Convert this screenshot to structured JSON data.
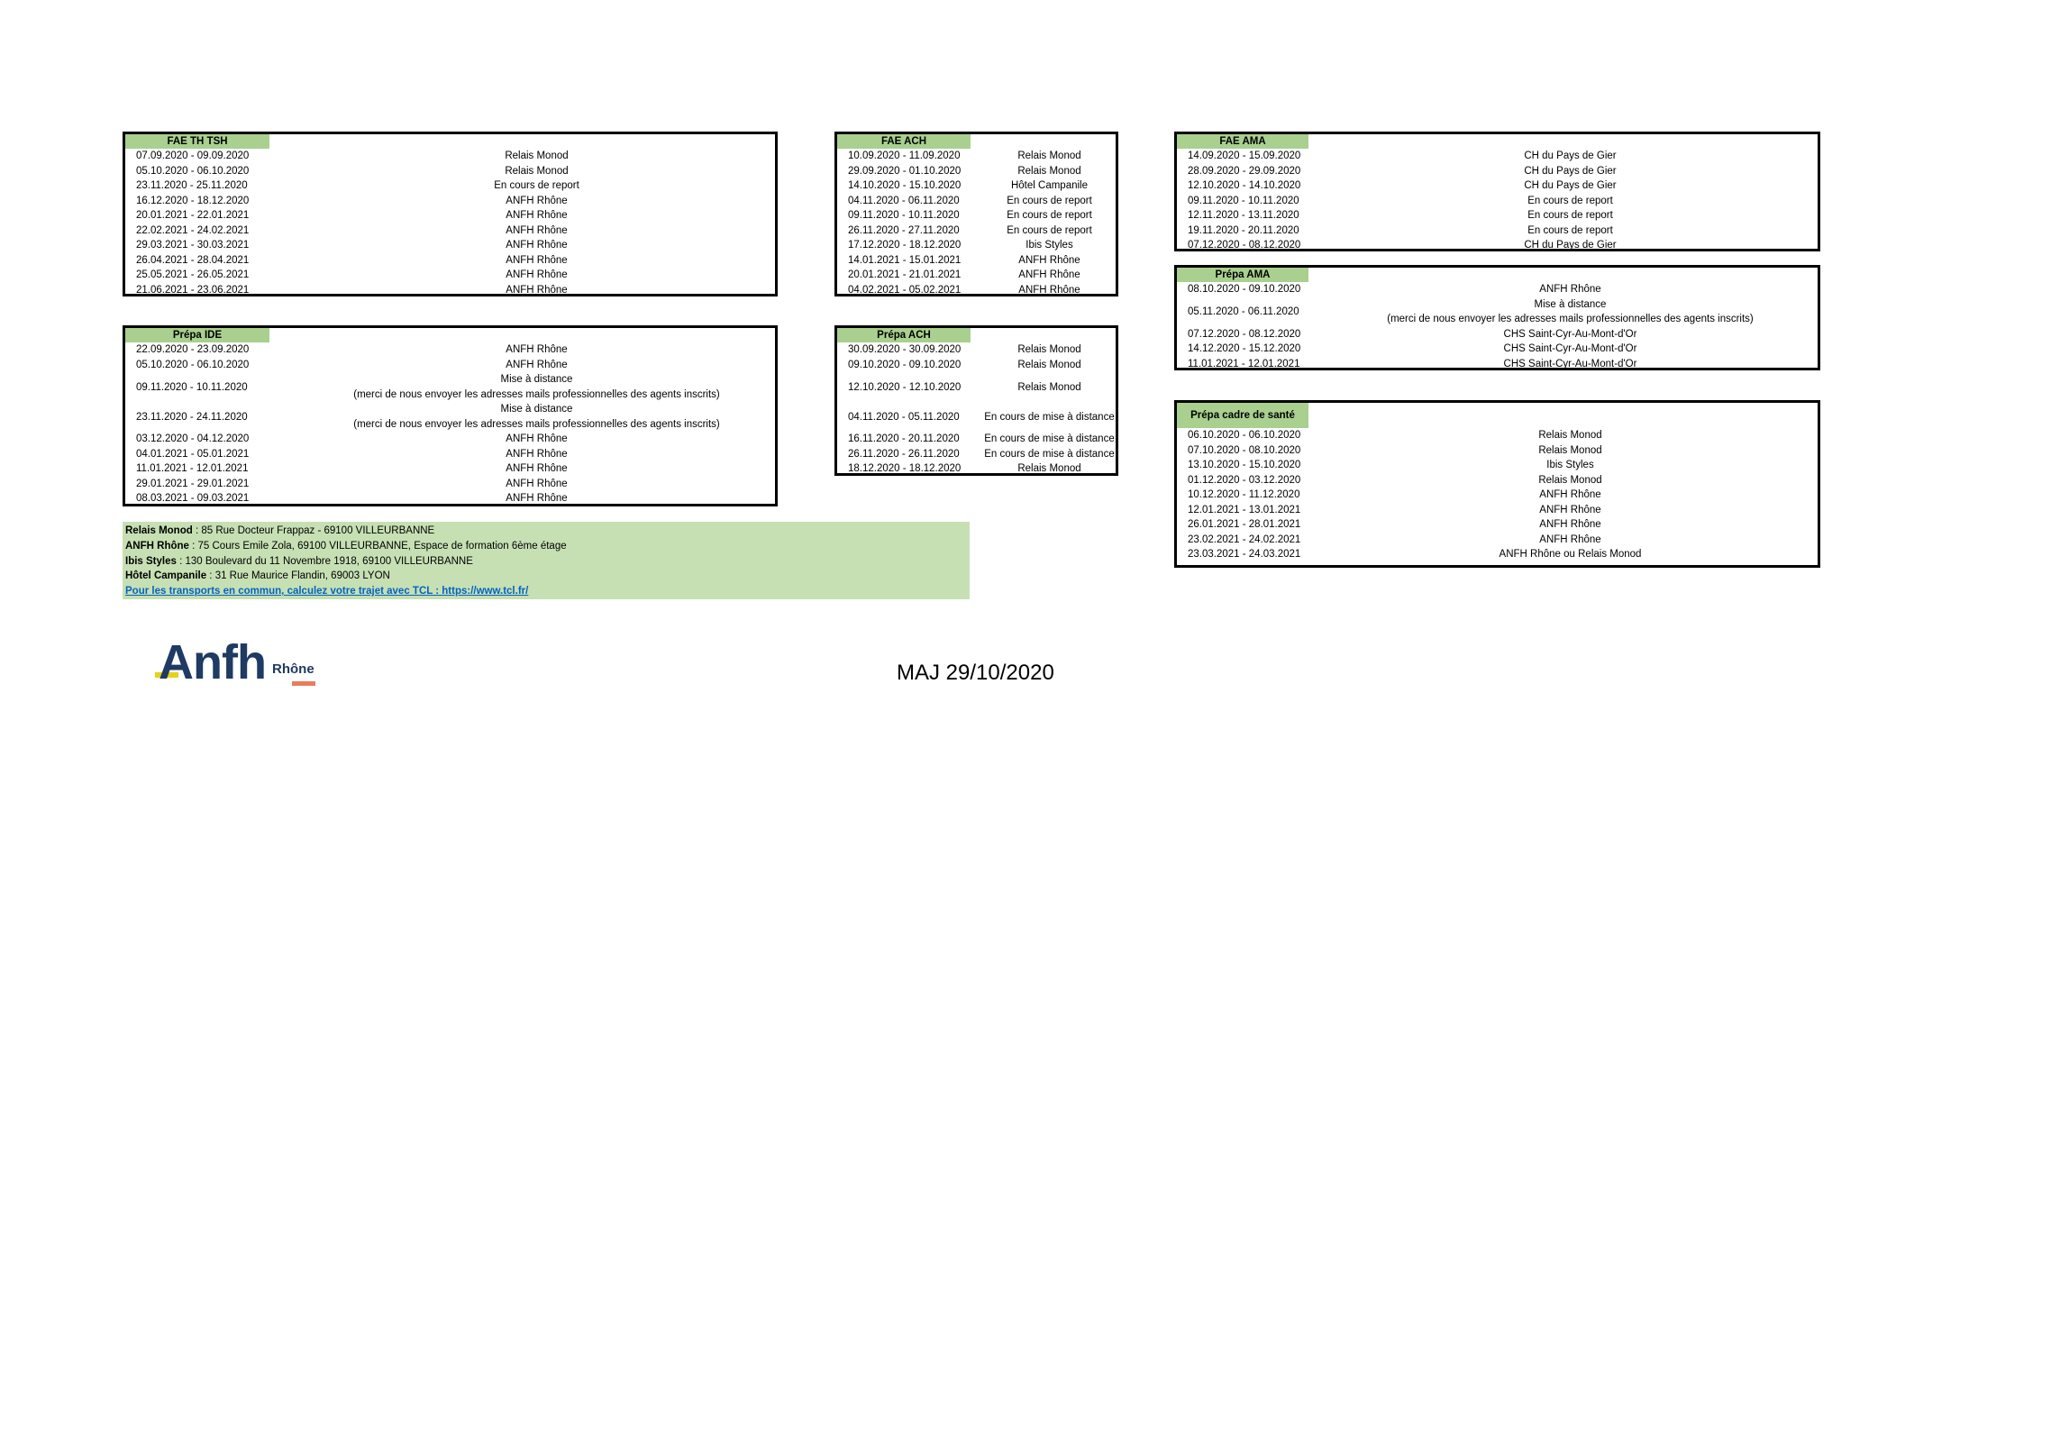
{
  "tables": {
    "fae_th_tsh": {
      "title": "FAE TH TSH",
      "rows": [
        {
          "date": "07.09.2020 - 09.09.2020",
          "place": "Relais Monod"
        },
        {
          "date": "05.10.2020 - 06.10.2020",
          "place": "Relais Monod"
        },
        {
          "date": "23.11.2020 - 25.11.2020",
          "place": "En cours de report"
        },
        {
          "date": "16.12.2020 - 18.12.2020",
          "place": "ANFH Rhône"
        },
        {
          "date": "20.01.2021 - 22.01.2021",
          "place": "ANFH Rhône"
        },
        {
          "date": "22.02.2021 - 24.02.2021",
          "place": "ANFH Rhône"
        },
        {
          "date": "29.03.2021 - 30.03.2021",
          "place": "ANFH Rhône"
        },
        {
          "date": "26.04.2021 - 28.04.2021",
          "place": "ANFH Rhône"
        },
        {
          "date": "25.05.2021 - 26.05.2021",
          "place": "ANFH Rhône"
        },
        {
          "date": "21.06.2021 - 23.06.2021",
          "place": "ANFH Rhône"
        }
      ]
    },
    "fae_ach": {
      "title": "FAE ACH",
      "rows": [
        {
          "date": "10.09.2020 - 11.09.2020",
          "place": "Relais Monod"
        },
        {
          "date": "29.09.2020 - 01.10.2020",
          "place": "Relais Monod"
        },
        {
          "date": "14.10.2020 - 15.10.2020",
          "place": "Hôtel Campanile"
        },
        {
          "date": "04.11.2020 - 06.11.2020",
          "place": "En cours de report"
        },
        {
          "date": "09.11.2020 - 10.11.2020",
          "place": "En cours de report"
        },
        {
          "date": "26.11.2020 - 27.11.2020",
          "place": "En cours de report"
        },
        {
          "date": "17.12.2020 - 18.12.2020",
          "place": "Ibis Styles"
        },
        {
          "date": "14.01.2021 - 15.01.2021",
          "place": "ANFH Rhône"
        },
        {
          "date": "20.01.2021 - 21.01.2021",
          "place": "ANFH Rhône"
        },
        {
          "date": "04.02.2021 - 05.02.2021",
          "place": "ANFH Rhône"
        }
      ]
    },
    "fae_ama": {
      "title": "FAE AMA",
      "rows": [
        {
          "date": "14.09.2020 - 15.09.2020",
          "place": "CH du Pays de Gier"
        },
        {
          "date": "28.09.2020 - 29.09.2020",
          "place": "CH du Pays de Gier"
        },
        {
          "date": "12.10.2020 - 14.10.2020",
          "place": "CH du Pays de Gier"
        },
        {
          "date": "09.11.2020 - 10.11.2020",
          "place": "En cours de report"
        },
        {
          "date": "12.11.2020 - 13.11.2020",
          "place": "En cours de report"
        },
        {
          "date": "19.11.2020 - 20.11.2020",
          "place": "En cours de report"
        },
        {
          "date": "07.12.2020 - 08.12.2020",
          "place": "CH du Pays de Gier"
        }
      ]
    },
    "prepa_ama": {
      "title": "Prépa AMA",
      "rows": [
        {
          "date": "08.10.2020 - 09.10.2020",
          "place": "ANFH Rhône"
        },
        {
          "date": "05.11.2020 - 06.11.2020",
          "place": "Mise à distance",
          "note": "(merci de nous envoyer les adresses mails professionnelles des agents inscrits)"
        },
        {
          "date": "07.12.2020 - 08.12.2020",
          "place": "CHS Saint-Cyr-Au-Mont-d'Or"
        },
        {
          "date": "14.12.2020 - 15.12.2020",
          "place": "CHS Saint-Cyr-Au-Mont-d'Or"
        },
        {
          "date": "11.01.2021 - 12.01.2021",
          "place": "CHS Saint-Cyr-Au-Mont-d'Or"
        }
      ]
    },
    "prepa_ide": {
      "title": "Prépa IDE",
      "rows": [
        {
          "date": "22.09.2020 - 23.09.2020",
          "place": "ANFH Rhône"
        },
        {
          "date": "05.10.2020 - 06.10.2020",
          "place": "ANFH Rhône"
        },
        {
          "date": "09.11.2020 - 10.11.2020",
          "place": "Mise à distance",
          "note": "(merci de nous envoyer les adresses mails professionnelles des agents inscrits)"
        },
        {
          "date": "23.11.2020 - 24.11.2020",
          "place": "Mise à distance",
          "note": "(merci de nous envoyer les adresses mails professionnelles des agents inscrits)"
        },
        {
          "date": "03.12.2020 - 04.12.2020",
          "place": "ANFH Rhône"
        },
        {
          "date": "04.01.2021 - 05.01.2021",
          "place": "ANFH Rhône"
        },
        {
          "date": "11.01.2021 - 12.01.2021",
          "place": "ANFH Rhône"
        },
        {
          "date": "29.01.2021 - 29.01.2021",
          "place": "ANFH Rhône"
        },
        {
          "date": "08.03.2021 - 09.03.2021",
          "place": "ANFH Rhône"
        }
      ]
    },
    "prepa_ach": {
      "title": "Prépa ACH",
      "rows": [
        {
          "date": "30.09.2020 - 30.09.2020",
          "place": "Relais Monod"
        },
        {
          "date": "09.10.2020 - 09.10.2020",
          "place": "Relais Monod"
        },
        {
          "date": "12.10.2020 - 12.10.2020",
          "place": "Relais Monod",
          "tall": true
        },
        {
          "date": "04.11.2020 - 05.11.2020",
          "place": "En cours de mise à distance",
          "tall": true
        },
        {
          "date": "16.11.2020 - 20.11.2020",
          "place": "En cours de mise à distance"
        },
        {
          "date": "26.11.2020 - 26.11.2020",
          "place": "En cours de mise à distance"
        },
        {
          "date": "18.12.2020 - 18.12.2020",
          "place": "Relais Monod"
        }
      ]
    },
    "prepa_cadre": {
      "title": "Prépa cadre de santé",
      "rows": [
        {
          "date": "06.10.2020 - 06.10.2020",
          "place": "Relais Monod"
        },
        {
          "date": "07.10.2020 - 08.10.2020",
          "place": "Relais Monod"
        },
        {
          "date": "13.10.2020 - 15.10.2020",
          "place": "Ibis Styles"
        },
        {
          "date": "01.12.2020 - 03.12.2020",
          "place": "Relais Monod"
        },
        {
          "date": "10.12.2020 - 11.12.2020",
          "place": "ANFH Rhône"
        },
        {
          "date": "12.01.2021 - 13.01.2021",
          "place": "ANFH Rhône"
        },
        {
          "date": "26.01.2021 - 28.01.2021",
          "place": "ANFH Rhône"
        },
        {
          "date": "23.02.2021 - 24.02.2021",
          "place": "ANFH Rhône"
        },
        {
          "date": "23.03.2021 - 24.03.2021",
          "place": "ANFH Rhône ou Relais Monod"
        }
      ]
    }
  },
  "legend": {
    "relais_name": "Relais Monod",
    "relais_addr": " : 85 Rue Docteur Frappaz - 69100 VILLEURBANNE",
    "anfh_name": "ANFH Rhône",
    "anfh_addr": " : 75 Cours Emile Zola, 69100 VILLEURBANNE, Espace de formation 6ème étage",
    "ibis_name": "Ibis Styles",
    "ibis_addr": " : 130 Boulevard du 11 Novembre 1918, 69100 VILLEURBANNE",
    "campanile_name": "Hôtel Campanile",
    "campanile_addr": " : 31 Rue Maurice Flandin, 69003 LYON",
    "transport_link": "Pour les transports en commun, calculez votre trajet avec TCL : https://www.tcl.fr/"
  },
  "logo": {
    "brand": "Anfh",
    "region": "Rhône"
  },
  "update": "MAJ 29/10/2020"
}
